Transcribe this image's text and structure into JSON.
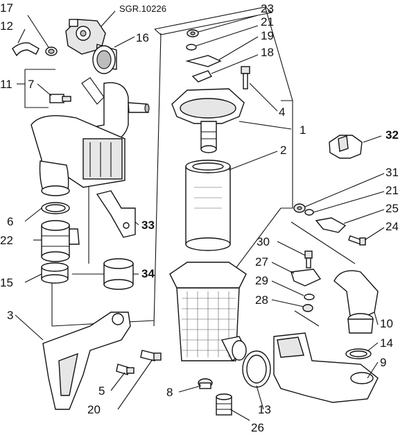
{
  "reference_code": "SGR.10226",
  "callouts": {
    "c1": "1",
    "c2": "2",
    "c3": "3",
    "c4": "4",
    "c5": "5",
    "c6": "6",
    "c7": "7",
    "c8": "8",
    "c9": "9",
    "c10": "10",
    "c11": "11",
    "c12": "12",
    "c13": "13",
    "c14": "14",
    "c15": "15",
    "c16": "16",
    "c17": "17",
    "c18": "18",
    "c19": "19",
    "c20": "20",
    "c21a": "21",
    "c21b": "21",
    "c22": "22",
    "c23": "23",
    "c24": "24",
    "c25": "25",
    "c26": "26",
    "c27": "27",
    "c28": "28",
    "c29": "29",
    "c30": "30",
    "c31": "31",
    "c32": "32",
    "c33": "33",
    "c34": "34"
  },
  "line_color": "#111111",
  "fill_color": "#ffffff"
}
